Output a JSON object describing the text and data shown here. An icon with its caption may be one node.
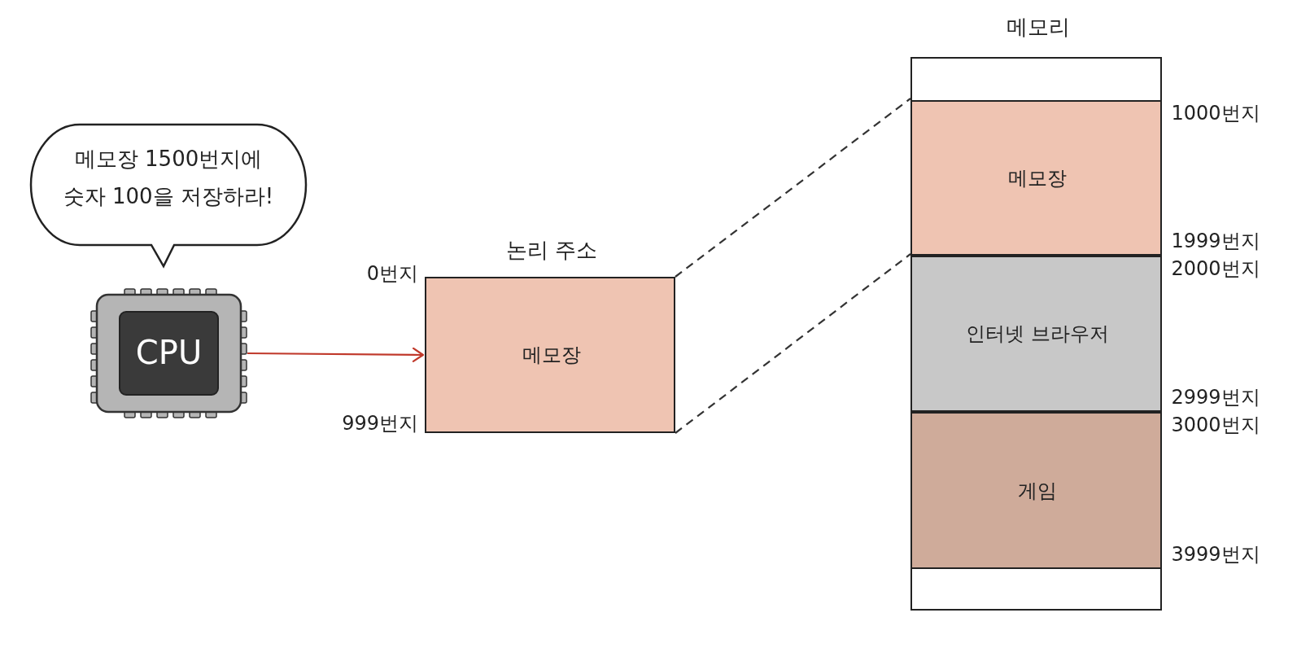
{
  "diagram": {
    "nodes": [
      {
        "text": [
          "메모장 1500번지에 숫자 100을 저장하라!"
        ]
      },
      {
        "text": [
          "CPU"
        ]
      },
      {
        "text": [
          "논리 주소",
          "메모장"
        ],
        "beside": [
          "0번지",
          "999번지"
        ]
      },
      {
        "text": [
          "메모리"
        ]
      },
      {
        "text": [
          "메모장"
        ],
        "in": 3,
        "beside": [
          "1000번지",
          "1999번지"
        ]
      },
      {
        "text": [
          "인터넷 브라우저"
        ],
        "in": 3,
        "beside": [
          "2000번지",
          "2999번지"
        ]
      },
      {
        "text": [
          "게임"
        ],
        "in": 3,
        "beside": [
          "3000번지",
          "3999번지"
        ]
      }
    ],
    "edges": [
      {
        "from": 1,
        "to": 2,
        "arrow": "to",
        "color": "#c0392b"
      },
      {
        "from": 2,
        "to": 4,
        "arrow": "none",
        "style": "dashed"
      },
      {
        "from": 2,
        "to": 4,
        "arrow": "none",
        "style": "dashed"
      }
    ]
  }
}
